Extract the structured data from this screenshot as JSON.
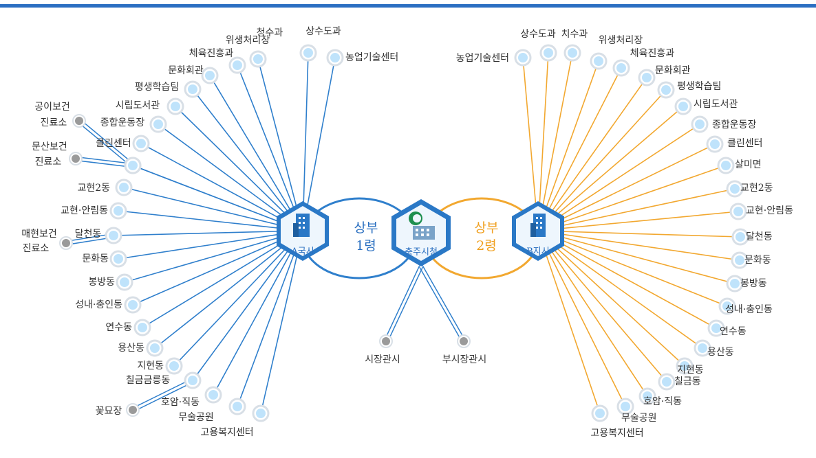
{
  "colors": {
    "top_rule": "#2b6fc2",
    "blue_link": "#2f7fcc",
    "orange_link": "#f2a830",
    "node_fill": "#bfe3fb",
    "node_ring": "#d8dfe6",
    "grey_node": "#9a9a9a",
    "hex_blue": "#2a78c6",
    "hex_fill": "#eef6fd",
    "label_text": "#333333",
    "orange_text": "#f0a020",
    "blue_text": "#2a6fc0"
  },
  "center_hubs": [
    {
      "id": "A",
      "label": "A국시",
      "icon": "building-icon"
    },
    {
      "id": "HQ",
      "label": "충주시청",
      "icon": "city-hall-icon"
    },
    {
      "id": "B",
      "label": "B지시",
      "icon": "building-icon"
    }
  ],
  "rings": [
    {
      "id": "ring1",
      "line1": "상부",
      "line2": "1령"
    },
    {
      "id": "ring2",
      "line1": "상부",
      "line2": "2령"
    }
  ],
  "left_nodes": [
    {
      "label": "청수과"
    },
    {
      "label": "상수도과"
    },
    {
      "label": "농업기술센터"
    },
    {
      "label": "위생처리장"
    },
    {
      "label": "체육진흥과"
    },
    {
      "label": "문화회관"
    },
    {
      "label": "평생학습팀"
    },
    {
      "label": "시립도서관"
    },
    {
      "label": "종합운동장"
    },
    {
      "label": "클린센터"
    },
    {
      "label": ""
    },
    {
      "label": "교현2동"
    },
    {
      "label": "교현·안림동"
    },
    {
      "label": "달천동"
    },
    {
      "label": "문화동"
    },
    {
      "label": "봉방동"
    },
    {
      "label": "성내·충인동"
    },
    {
      "label": "연수동"
    },
    {
      "label": "용산동"
    },
    {
      "label": "지현동"
    },
    {
      "label": "칠금금릉동"
    },
    {
      "label": "호암·직동"
    },
    {
      "label": "무술공원"
    },
    {
      "label": "고용복지센터"
    }
  ],
  "left_grey_nodes": [
    {
      "line1": "공이보건",
      "line2": "진료소"
    },
    {
      "line1": "문산보건",
      "line2": "진료소"
    },
    {
      "line1": "매현보건",
      "line2": "진료소"
    },
    {
      "line1": "꽃묘장",
      "line2": ""
    }
  ],
  "hq_grey_nodes": [
    {
      "label": "시장관시"
    },
    {
      "label": "부시장관시"
    }
  ],
  "right_nodes": [
    {
      "label": "농업기술센터"
    },
    {
      "label": "상수도과"
    },
    {
      "label": "치수과"
    },
    {
      "label": "위생처리장"
    },
    {
      "label": "체육진흥과"
    },
    {
      "label": "문화회관"
    },
    {
      "label": "평생학습팀"
    },
    {
      "label": "시립도서관"
    },
    {
      "label": "종합운동장"
    },
    {
      "label": "클린센터"
    },
    {
      "label": "살미면"
    },
    {
      "label": "교현2동"
    },
    {
      "label": "교현·안림동"
    },
    {
      "label": "달천동"
    },
    {
      "label": "문화동"
    },
    {
      "label": "봉방동"
    },
    {
      "label": "성내·충인동"
    },
    {
      "label": "연수동"
    },
    {
      "label": "용산동"
    },
    {
      "label": "지현동"
    },
    {
      "label": "칠금동"
    },
    {
      "label": "호암·직동"
    },
    {
      "label": "무술공원"
    },
    {
      "label": "고용복지센터"
    }
  ]
}
